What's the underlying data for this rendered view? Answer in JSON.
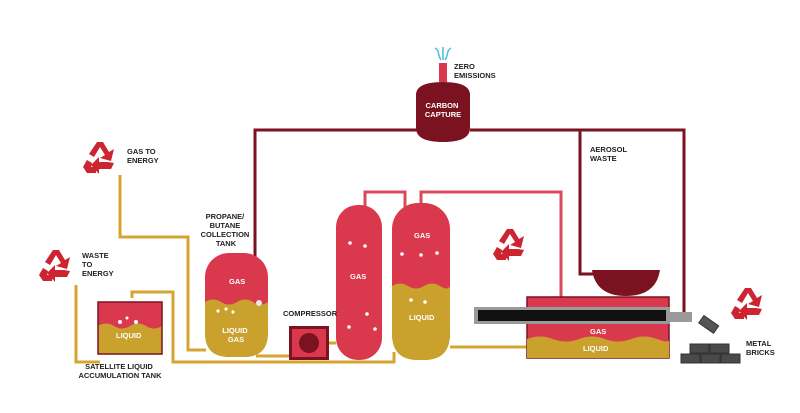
{
  "labels": {
    "zero_emissions": [
      "ZERO",
      "EMISSIONS"
    ],
    "carbon_capture": [
      "CARBON",
      "CAPTURE"
    ],
    "gas_to_energy": [
      "GAS TO",
      "ENERGY"
    ],
    "waste_to_energy": [
      "WASTE",
      "TO",
      "ENERGY"
    ],
    "aerosol_waste": [
      "AEROSOL",
      "WASTE"
    ],
    "propane_tank": [
      "PROPANE/",
      "BUTANE",
      "COLLECTION",
      "TANK"
    ],
    "satellite_tank": [
      "SATELLITE LIQUID",
      "ACCUMULATION TANK"
    ],
    "compressor": "COMPRESSOR",
    "metal_bricks": [
      "METAL",
      "BRICKS"
    ],
    "gas": "GAS",
    "liquid": "LIQUID",
    "liquid_gas": [
      "LIQUID",
      "GAS"
    ]
  },
  "colors": {
    "dark_pipe": "#7a1220",
    "gas_pipe": "#d94b5b",
    "liquid_pipe": "#d4a531",
    "gas": "#d9384d",
    "liquid": "#c9a12c",
    "metal": "#4a4a4a",
    "recycle": "#cc2430"
  },
  "icons": [
    "recycle-icon",
    "zero-emissions-icon",
    "brick-icon"
  ]
}
